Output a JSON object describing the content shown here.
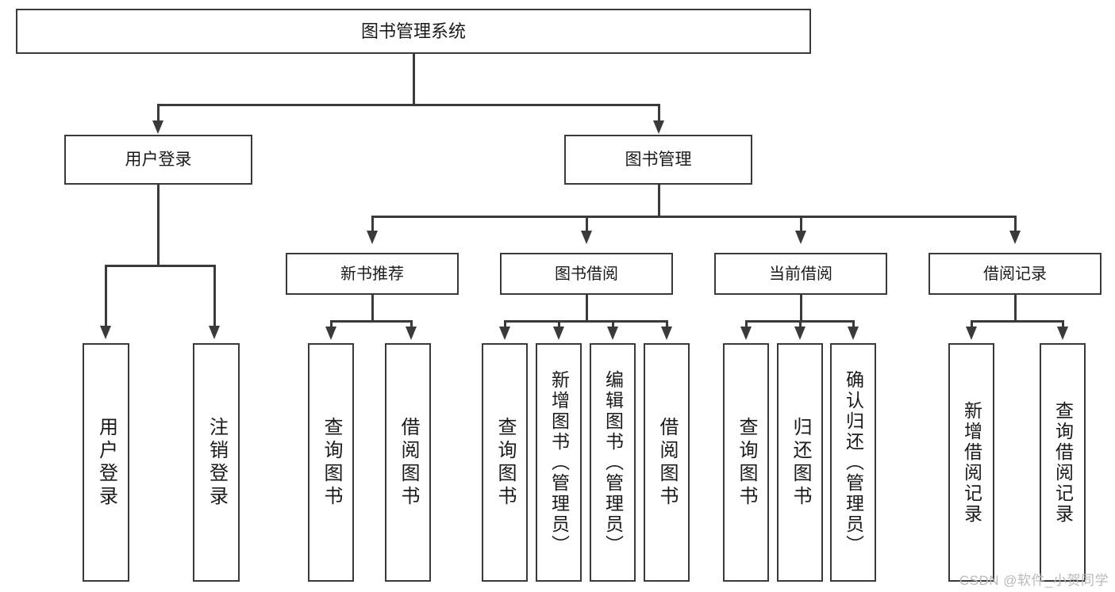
{
  "diagram": {
    "title": "图书管理系统",
    "type": "tree-hierarchy-diagram",
    "root": {
      "id": "root",
      "label": "图书管理系统"
    },
    "level1": [
      {
        "id": "user-login",
        "label": "用户登录"
      },
      {
        "id": "book-management",
        "label": "图书管理"
      }
    ],
    "level2": [
      {
        "id": "new-book-recommend",
        "label": "新书推荐",
        "parent": "book-management"
      },
      {
        "id": "book-borrow",
        "label": "图书借阅",
        "parent": "book-management"
      },
      {
        "id": "current-borrow",
        "label": "当前借阅",
        "parent": "book-management"
      },
      {
        "id": "borrow-record",
        "label": "借阅记录",
        "parent": "book-management"
      }
    ],
    "leaves": {
      "user_login": [
        {
          "id": "leaf-user-login",
          "label": "用户登录"
        },
        {
          "id": "leaf-logout",
          "label": "注销登录"
        }
      ],
      "new_book_recommend": [
        {
          "id": "leaf-query-book-1",
          "label": "查询图书"
        },
        {
          "id": "leaf-borrow-book-1",
          "label": "借阅图书"
        }
      ],
      "book_borrow": [
        {
          "id": "leaf-query-book-2",
          "label": "查询图书"
        },
        {
          "id": "leaf-add-book",
          "label": "新增图书（管理员）"
        },
        {
          "id": "leaf-edit-book",
          "label": "编辑图书（管理员）"
        },
        {
          "id": "leaf-borrow-book-2",
          "label": "借阅图书"
        }
      ],
      "current_borrow": [
        {
          "id": "leaf-query-book-3",
          "label": "查询图书"
        },
        {
          "id": "leaf-return-book",
          "label": "归还图书"
        },
        {
          "id": "leaf-confirm-return",
          "label": "确认归还（管理员）"
        }
      ],
      "borrow_record": [
        {
          "id": "leaf-add-record",
          "label": "新增借阅记录"
        },
        {
          "id": "leaf-query-record",
          "label": "查询借阅记录"
        }
      ]
    },
    "colors": {
      "stroke": "#3a3a3a",
      "background": "#ffffff",
      "text": "#1a1a1a",
      "watermark": "#b9b9b9"
    }
  },
  "watermark": {
    "text": "CSDN @软件_小贺同学"
  }
}
